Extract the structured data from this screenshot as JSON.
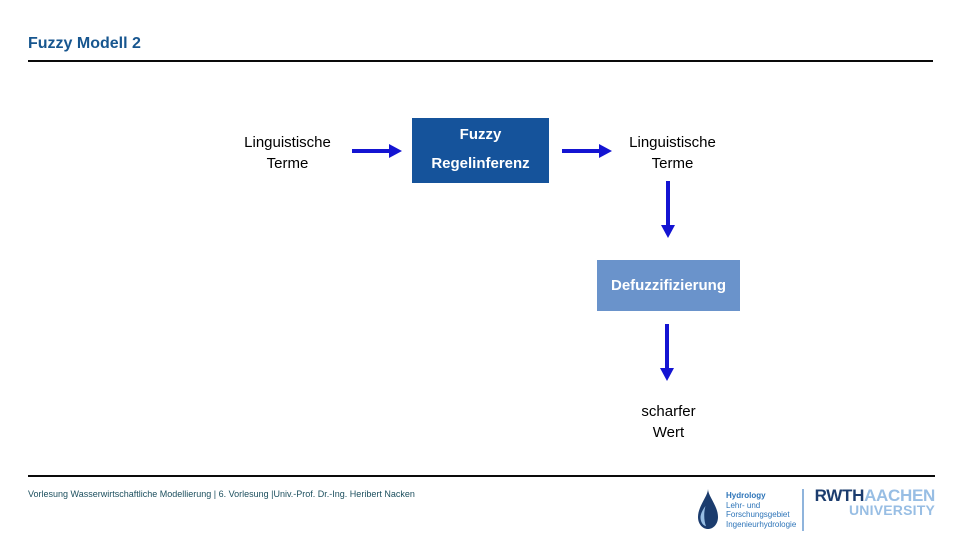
{
  "title": "Fuzzy Modell 2",
  "diagram": {
    "input_label": "Linguistische\nTerme",
    "process_box": {
      "line1": "Fuzzy",
      "line2": "Regelinferenz"
    },
    "output_label": "Linguistische\nTerme",
    "defuzz_box": "Defuzzifizierung",
    "result_label": "scharfer\nWert"
  },
  "footer": {
    "text": "Vorlesung Wasserwirtschaftliche Modellierung | 6. Vorlesung |Univ.-Prof. Dr.-Ing. Heribert Nacken",
    "hydrology_logo": {
      "line1": "Hydrology",
      "line2": "Lehr- und",
      "line3": "Forschungsgebiet",
      "line4": "Ingenieurhydrologie"
    },
    "rwth_logo": {
      "part1": "RWTH",
      "part2": "AACHEN",
      "line2": "UNIVERSITY"
    }
  },
  "icons": {
    "hydrology": "water-drop-icon",
    "flow_arrows": "blue-flow-arrows"
  },
  "colors": {
    "title_blue": "#17568F",
    "rule_black": "#0a0a0a",
    "process_box_bg": "#15539B",
    "defuzz_box_bg": "#6A93CB",
    "box_text": "#ffffff",
    "arrow_blue": "#1414D2",
    "label_black": "#000000",
    "footer_text": "#1C4F5E",
    "hydrology_text": "#2D74B8",
    "rwth_dark_blue": "#1B3C6E",
    "rwth_light_blue": "#98BEE4"
  }
}
